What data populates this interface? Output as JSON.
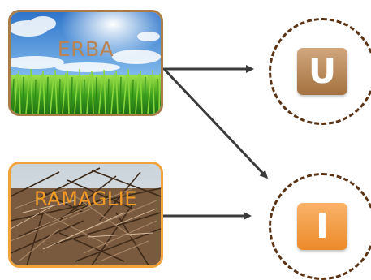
{
  "sources": {
    "erba": {
      "label": "ERBA"
    },
    "ramaglie": {
      "label": "RAMAGLIE"
    }
  },
  "targets": {
    "u": {
      "letter": "U"
    },
    "i": {
      "letter": "I"
    }
  },
  "colors": {
    "erba_accent": "#a87d4a",
    "ramaglie_accent": "#f2a23a",
    "badge_u": "#b98452",
    "badge_i": "#f19c44",
    "circle_dash": "#5a3315",
    "arrow": "#3a3a3a"
  },
  "connections": [
    {
      "from": "ERBA",
      "to": "U"
    },
    {
      "from": "ERBA",
      "to": "I"
    },
    {
      "from": "RAMAGLIE",
      "to": "I"
    }
  ]
}
